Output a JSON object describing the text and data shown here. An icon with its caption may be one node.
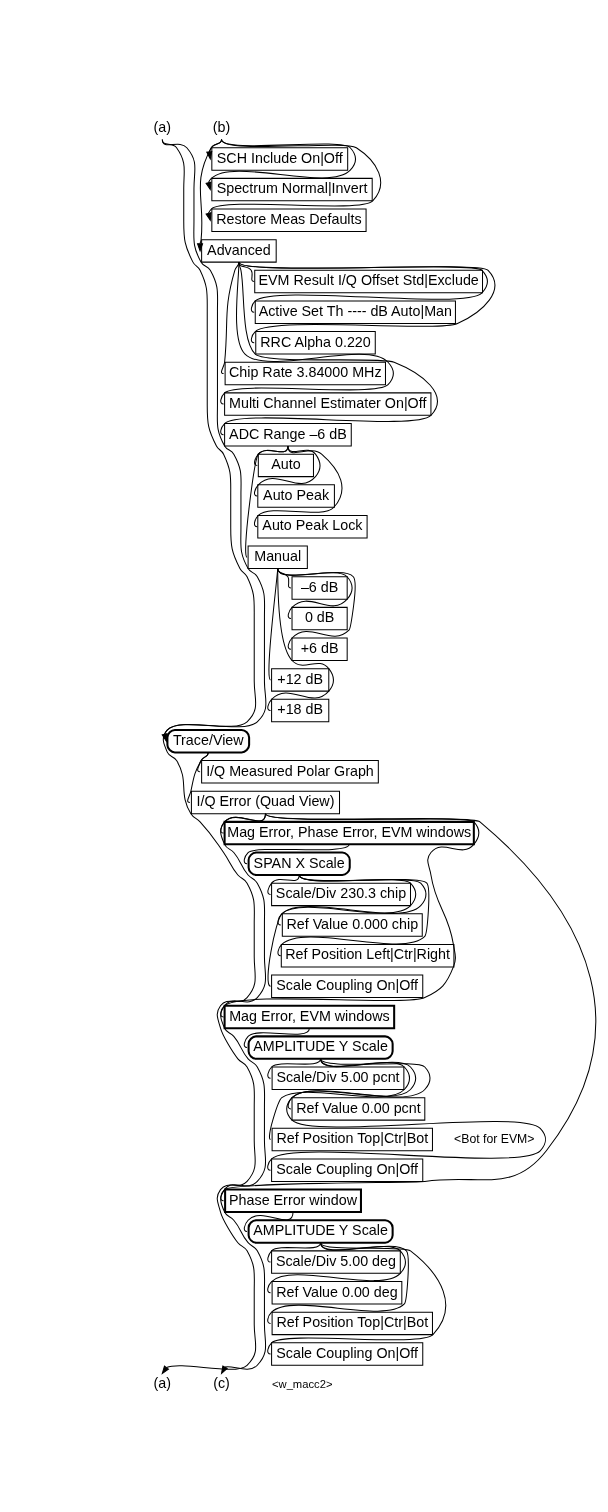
{
  "diagram": {
    "nodes": [
      {
        "text": [
          "(a)"
        ]
      },
      {
        "text": [
          "(b)"
        ]
      },
      {
        "text": [
          "SCH Include On|Off"
        ]
      },
      {
        "text": [
          "Spectrum Normal|Invert"
        ]
      },
      {
        "text": [
          "Restore Meas Defaults"
        ]
      },
      {
        "text": [
          "Advanced"
        ]
      },
      {
        "text": [
          "EVM Result I/Q Offset Std|Exclude"
        ]
      },
      {
        "text": [
          "Active Set Th ---- dB Auto|Man"
        ]
      },
      {
        "text": [
          "RRC Alpha 0.220"
        ]
      },
      {
        "text": [
          "Chip Rate 3.84000 MHz"
        ]
      },
      {
        "text": [
          "Multi Channel Estimater On|Off"
        ]
      },
      {
        "text": [
          "ADC Range –6 dB"
        ]
      },
      {
        "text": [
          "Auto"
        ]
      },
      {
        "text": [
          "Auto Peak"
        ]
      },
      {
        "text": [
          "Auto Peak Lock"
        ]
      },
      {
        "text": [
          "Manual"
        ]
      },
      {
        "text": [
          "–6 dB"
        ]
      },
      {
        "text": [
          "0 dB"
        ]
      },
      {
        "text": [
          "+6 dB"
        ]
      },
      {
        "text": [
          "+12 dB"
        ]
      },
      {
        "text": [
          "+18 dB"
        ]
      },
      {
        "text": [
          "Trace/View"
        ]
      },
      {
        "text": [
          "I/Q Measured Polar Graph"
        ]
      },
      {
        "text": [
          "I/Q Error (Quad View)"
        ]
      },
      {
        "text": [
          "Mag Error, Phase Error, EVM windows"
        ]
      },
      {
        "text": [
          "SPAN X Scale"
        ]
      },
      {
        "text": [
          "Scale/Div 230.3 chip"
        ]
      },
      {
        "text": [
          "Ref Value 0.000 chip"
        ]
      },
      {
        "text": [
          "Ref Position Left|Ctr|Right"
        ]
      },
      {
        "text": [
          "Scale Coupling On|Off"
        ]
      },
      {
        "text": [
          "Mag Error, EVM windows"
        ]
      },
      {
        "text": [
          "AMPLITUDE Y Scale"
        ]
      },
      {
        "text": [
          "Scale/Div 5.00 pcnt"
        ]
      },
      {
        "text": [
          "Ref Value 0.00 pcnt"
        ]
      },
      {
        "text": [
          "Ref Position Top|Ctr|Bot"
        ],
        "beside": [
          "<Bot for EVM>"
        ]
      },
      {
        "text": [
          "Scale Coupling On|Off"
        ]
      },
      {
        "text": [
          "Phase Error window"
        ]
      },
      {
        "text": [
          "AMPLITUDE Y Scale"
        ]
      },
      {
        "text": [
          "Scale/Div 5.00 deg"
        ]
      },
      {
        "text": [
          "Ref Value 0.00 deg"
        ]
      },
      {
        "text": [
          "Ref Position Top|Ctr|Bot"
        ]
      },
      {
        "text": [
          "Scale Coupling On|Off"
        ]
      },
      {
        "text": [
          "(a)"
        ]
      },
      {
        "text": [
          "(c)"
        ]
      }
    ],
    "edges": [
      {
        "from": 1,
        "to": 2,
        "arrow": "to"
      },
      {
        "from": 1,
        "to": 3,
        "arrow": "to"
      },
      {
        "from": 1,
        "to": 4,
        "arrow": "to"
      },
      {
        "from": 1,
        "to": 5,
        "arrow": "to"
      },
      {
        "from": 5,
        "to": 6,
        "arrow": "none"
      },
      {
        "from": 5,
        "to": 7,
        "arrow": "none"
      },
      {
        "from": 5,
        "to": 8,
        "arrow": "none"
      },
      {
        "from": 5,
        "to": 9,
        "arrow": "none"
      },
      {
        "from": 5,
        "to": 10,
        "arrow": "none"
      },
      {
        "from": 5,
        "to": 11,
        "arrow": "none"
      },
      {
        "from": 11,
        "to": 12,
        "arrow": "none"
      },
      {
        "from": 11,
        "to": 13,
        "arrow": "none"
      },
      {
        "from": 11,
        "to": 14,
        "arrow": "none"
      },
      {
        "from": 11,
        "to": 15,
        "arrow": "none"
      },
      {
        "from": 15,
        "to": 16,
        "arrow": "none"
      },
      {
        "from": 15,
        "to": 17,
        "arrow": "none"
      },
      {
        "from": 15,
        "to": 18,
        "arrow": "none"
      },
      {
        "from": 15,
        "to": 19,
        "arrow": "none"
      },
      {
        "from": 15,
        "to": 20,
        "arrow": "none"
      },
      {
        "from": 0,
        "to": 21,
        "arrow": "to"
      },
      {
        "from": 21,
        "to": 22,
        "arrow": "none"
      },
      {
        "from": 21,
        "to": 23,
        "arrow": "none"
      },
      {
        "from": 23,
        "to": 24,
        "arrow": "none"
      },
      {
        "from": 24,
        "to": 25,
        "arrow": "none"
      },
      {
        "from": 25,
        "to": 26,
        "arrow": "none"
      },
      {
        "from": 25,
        "to": 27,
        "arrow": "none"
      },
      {
        "from": 25,
        "to": 28,
        "arrow": "none"
      },
      {
        "from": 25,
        "to": 29,
        "arrow": "none"
      },
      {
        "from": 23,
        "to": 30,
        "arrow": "none"
      },
      {
        "from": 30,
        "to": 31,
        "arrow": "none"
      },
      {
        "from": 31,
        "to": 32,
        "arrow": "none"
      },
      {
        "from": 31,
        "to": 33,
        "arrow": "none"
      },
      {
        "from": 31,
        "to": 34,
        "arrow": "none"
      },
      {
        "from": 31,
        "to": 35,
        "arrow": "none"
      },
      {
        "from": 23,
        "to": 36,
        "arrow": "none"
      },
      {
        "from": 36,
        "to": 37,
        "arrow": "none"
      },
      {
        "from": 37,
        "to": 38,
        "arrow": "none"
      },
      {
        "from": 37,
        "to": 39,
        "arrow": "none"
      },
      {
        "from": 37,
        "to": 40,
        "arrow": "none"
      },
      {
        "from": 37,
        "to": 41,
        "arrow": "none"
      },
      {
        "from": 0,
        "to": 42,
        "arrow": "to"
      },
      {
        "from": 23,
        "to": 43,
        "arrow": "to"
      }
    ],
    "labels": [
      "<w_macc2>"
    ]
  }
}
